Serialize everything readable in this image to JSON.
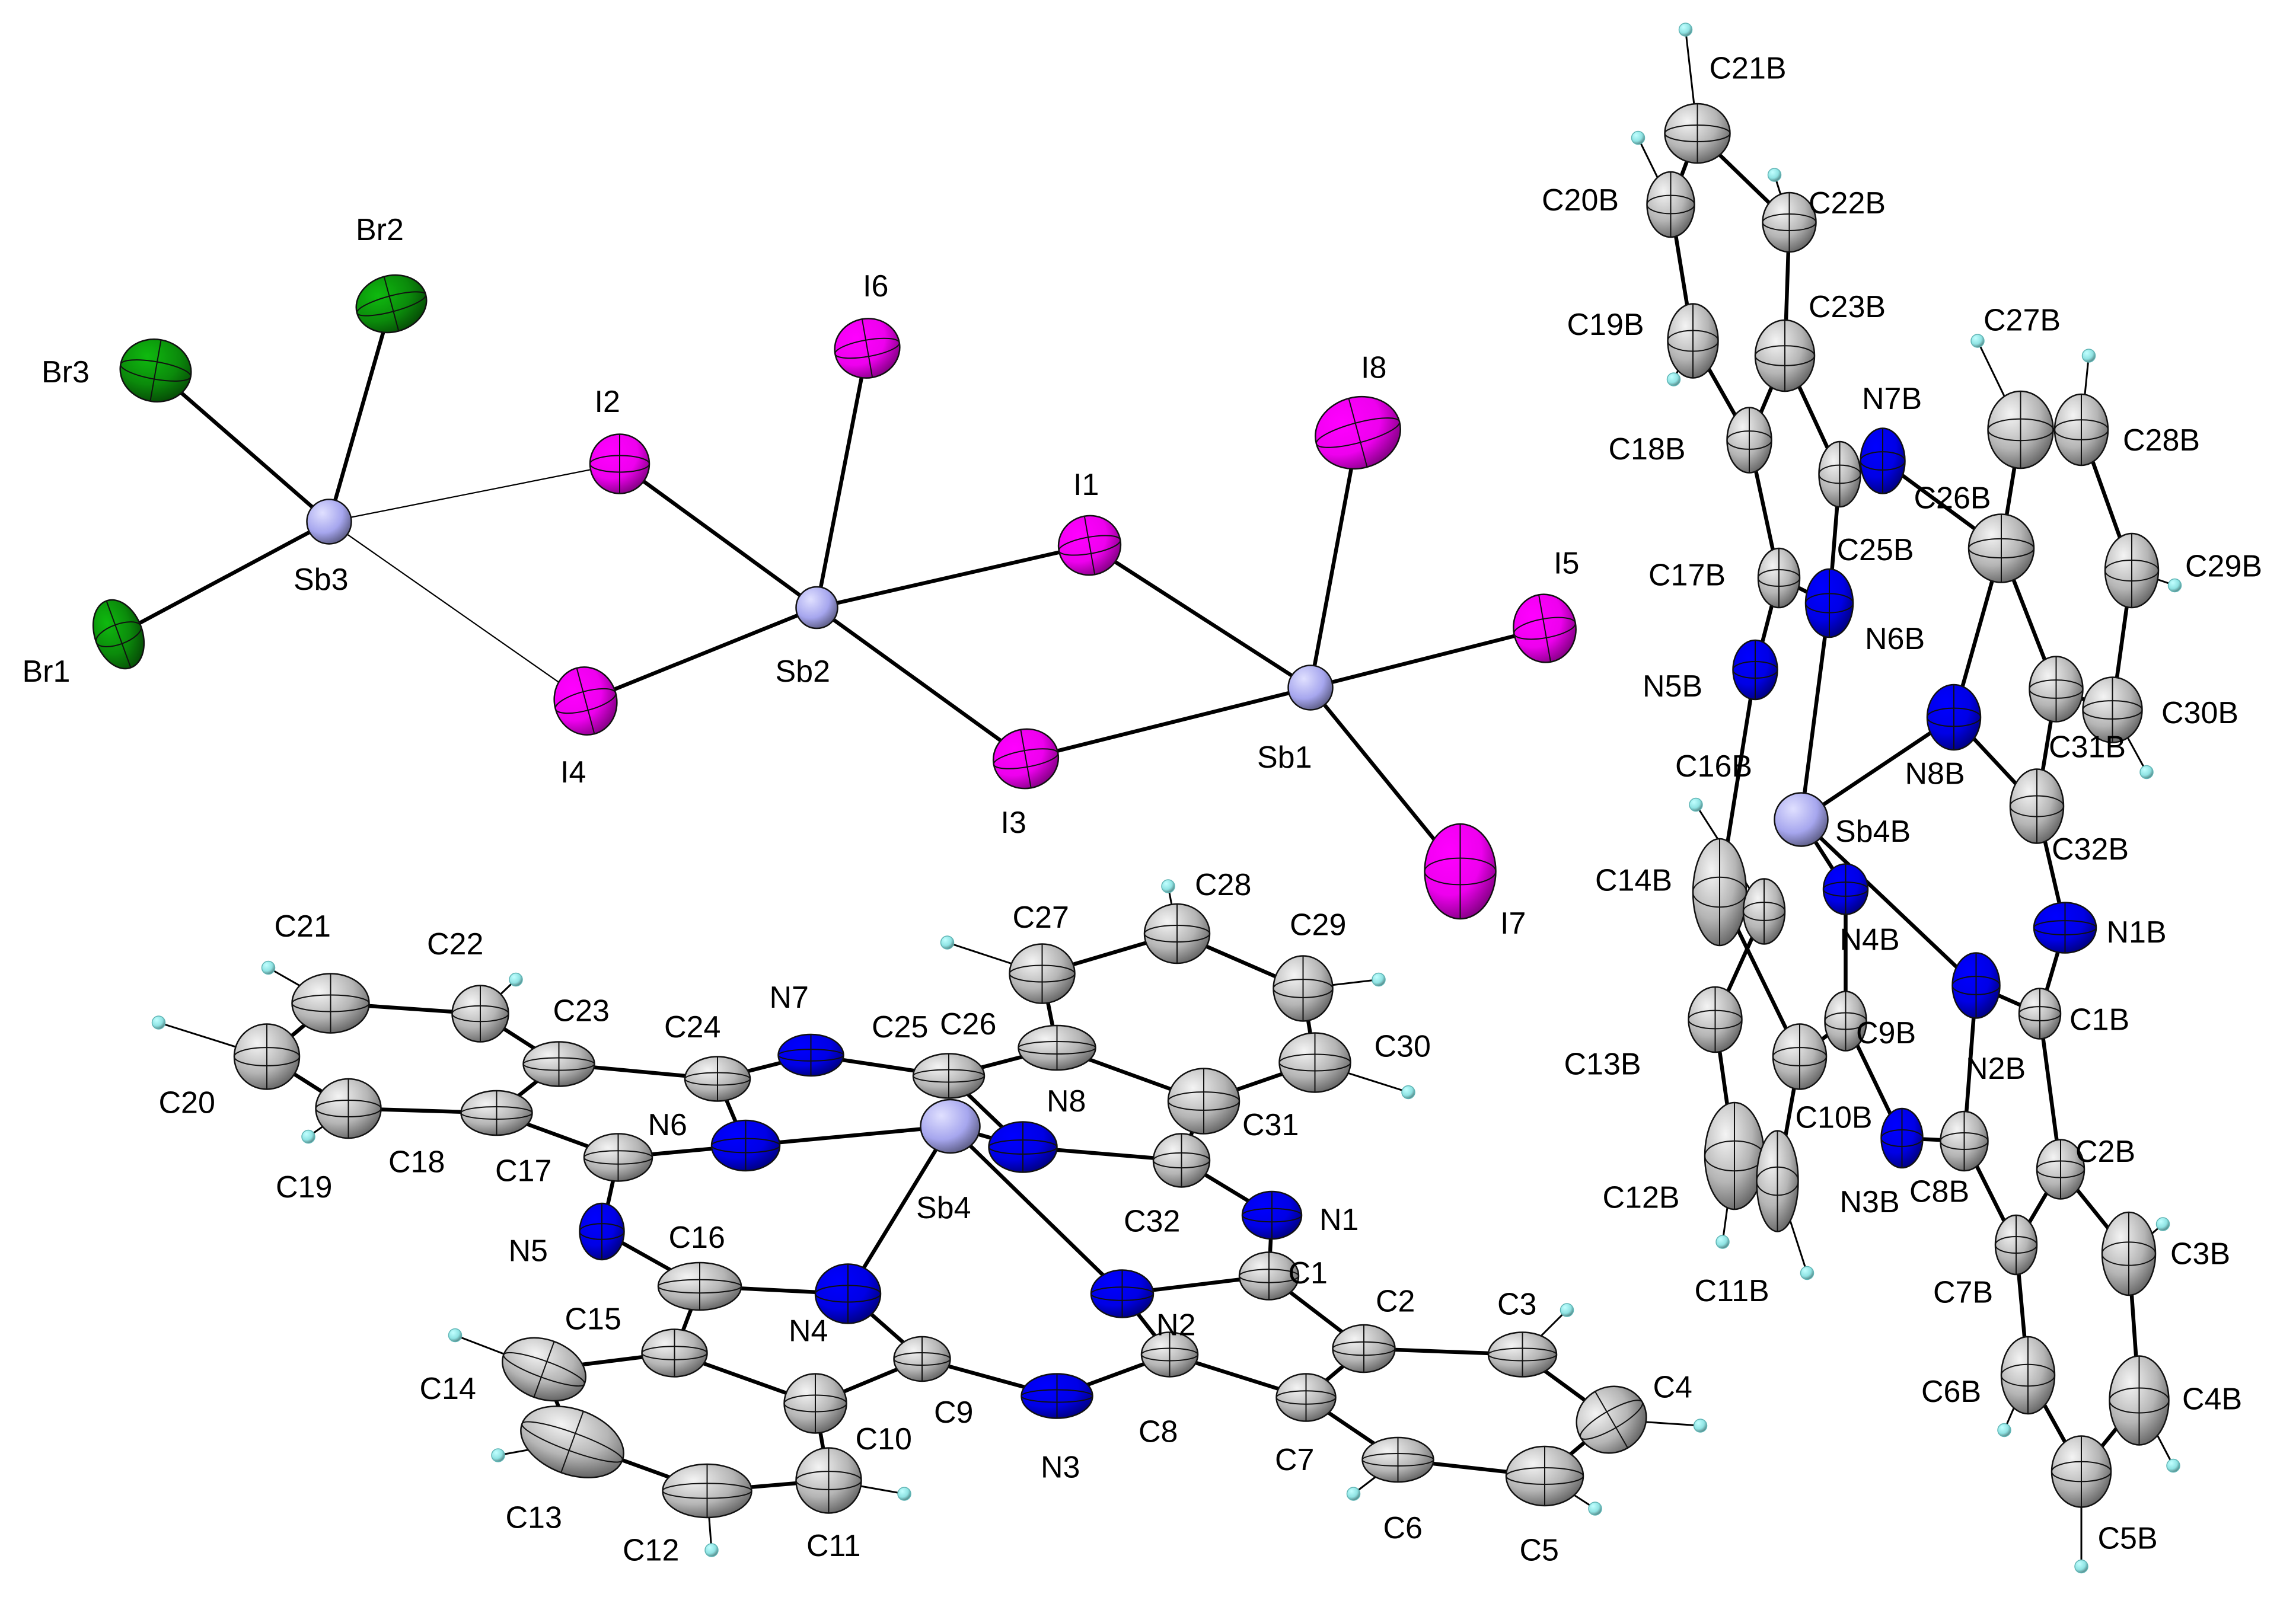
{
  "colors": {
    "background": "#ffffff",
    "carbon": "#b5b5b5",
    "hydrogen": "#8fe3e3",
    "nitrogen": "#0000e6",
    "antimony": "#a6a6ee",
    "iodine": "#ee00ee",
    "bromine": "#0b8a0b",
    "bond": "#000000",
    "label": "#000000"
  },
  "labels": {
    "Br2": "Br2",
    "Br3": "Br3",
    "Br1": "Br1",
    "Sb3": "Sb3",
    "I6": "I6",
    "I2": "I2",
    "I1": "I1",
    "I4": "I4",
    "Sb2": "Sb2",
    "I3": "I3",
    "I8": "I8",
    "I5": "I5",
    "Sb1": "Sb1",
    "I7": "I7",
    "C21": "C21",
    "C22": "C22",
    "C23": "C23",
    "C24": "C24",
    "N7": "N7",
    "C25": "C25",
    "C26": "C26",
    "C27": "C27",
    "C28": "C28",
    "C29": "C29",
    "C30": "C30",
    "C31": "C31",
    "C20": "C20",
    "C19": "C19",
    "C18": "C18",
    "C17": "C17",
    "N6": "N6",
    "N8": "N8",
    "Sb4": "Sb4",
    "C32": "C32",
    "N1": "N1",
    "N5": "N5",
    "C16": "C16",
    "C1": "C1",
    "C15": "C15",
    "N4": "N4",
    "N2": "N2",
    "C2": "C2",
    "C3": "C3",
    "C14": "C14",
    "C4": "C4",
    "C10": "C10",
    "C9": "C9",
    "C8": "C8",
    "N3": "N3",
    "C7": "C7",
    "C13": "C13",
    "C12": "C12",
    "C11": "C11",
    "C6": "C6",
    "C5": "C5",
    "C21B": "C21B",
    "C20B": "C20B",
    "C22B": "C22B",
    "C19B": "C19B",
    "C23B": "C23B",
    "C27B": "C27B",
    "N7B": "N7B",
    "C28B": "C28B",
    "C18B": "C18B",
    "C26B": "C26B",
    "C25B": "C25B",
    "C17B": "C17B",
    "C29B": "C29B",
    "N6B": "N6B",
    "N5B": "N5B",
    "C30B": "C30B",
    "N8B": "N8B",
    "C31B": "C31B",
    "C16B": "C16B",
    "Sb4B": "Sb4B",
    "C32B": "C32B",
    "C14B": "C14B",
    "N1B": "N1B",
    "N4B": "N4B",
    "C1B": "C1B",
    "C9B": "C9B",
    "N2B": "N2B",
    "C13B": "C13B",
    "C10B": "C10B",
    "C2B": "C2B",
    "C12B": "C12B",
    "N3B": "N3B",
    "C8B": "C8B",
    "C3B": "C3B",
    "C11B": "C11B",
    "C7B": "C7B",
    "C6B": "C6B",
    "C4B": "C4B",
    "C5B": "C5B"
  }
}
